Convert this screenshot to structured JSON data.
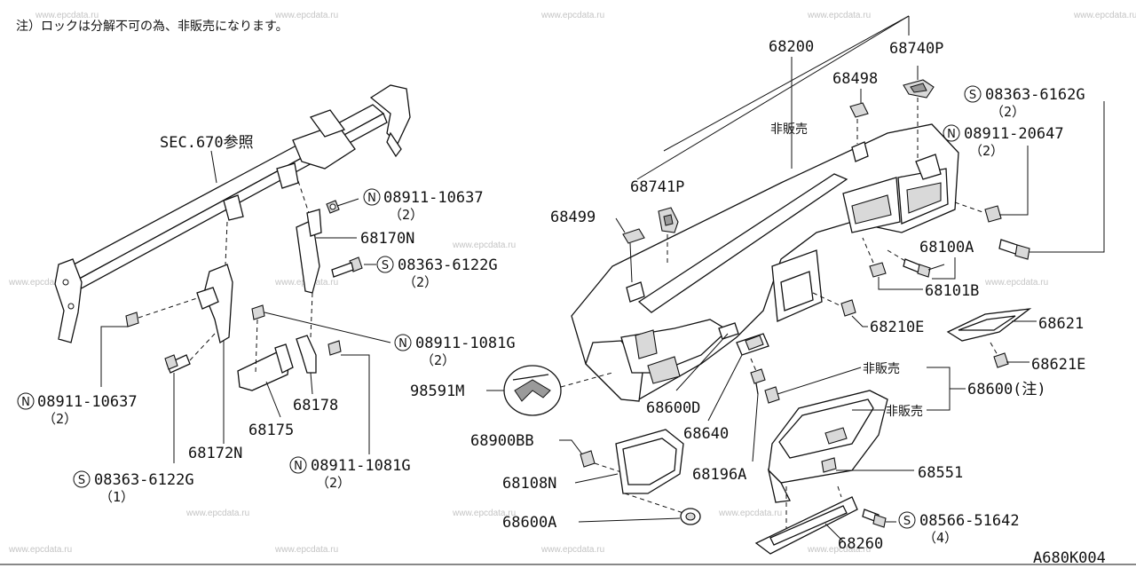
{
  "note": "注）ロックは分解不可の為、非販売になります。",
  "drawing_code": "A680K004",
  "watermark": "www.epcdata.ru",
  "labels": {
    "sec670": "SEC.670参照",
    "p68200": "68200",
    "p68740p": "68740P",
    "p68498": "68498",
    "hihanbai1": "非販売",
    "p68741p": "68741P",
    "p68499": "68499",
    "p68100a": "68100A",
    "p68101b": "68101B",
    "p68210e": "68210E",
    "p68621": "68621",
    "p68621e": "68621E",
    "hihanbai2": "非販売",
    "hihanbai3": "非販売",
    "p68600": "68600(注)",
    "p98591m": "98591M",
    "p68600d": "68600D",
    "p68640": "68640",
    "p68900bb": "68900BB",
    "p68108n": "68108N",
    "p68196a": "68196A",
    "p68551": "68551",
    "p68600a": "68600A",
    "p68260": "68260",
    "p68170n": "68170N",
    "p68178": "68178",
    "p68175": "68175",
    "p68172n": "68172N"
  },
  "callouts": {
    "n_08911_10637_top": {
      "symbol": "N",
      "part": "08911-10637",
      "qty": "（2）"
    },
    "s_08363_6122g_mid": {
      "symbol": "S",
      "part": "08363-6122G",
      "qty": "（2）"
    },
    "n_08911_1081g_mid": {
      "symbol": "N",
      "part": "08911-1081G",
      "qty": "（2）"
    },
    "n_08911_10637_left": {
      "symbol": "N",
      "part": "08911-10637",
      "qty": "（2）"
    },
    "s_08363_6122g_bottom": {
      "symbol": "S",
      "part": "08363-6122G",
      "qty": "（1）"
    },
    "n_08911_1081g_bottom": {
      "symbol": "N",
      "part": "08911-1081G",
      "qty": "（2）"
    },
    "s_08363_6162g": {
      "symbol": "S",
      "part": "08363-6162G",
      "qty": "（2）"
    },
    "n_08911_20647": {
      "symbol": "N",
      "part": "08911-20647",
      "qty": "（2）"
    },
    "s_08566_51642": {
      "symbol": "S",
      "part": "08566-51642",
      "qty": "（4）"
    }
  }
}
